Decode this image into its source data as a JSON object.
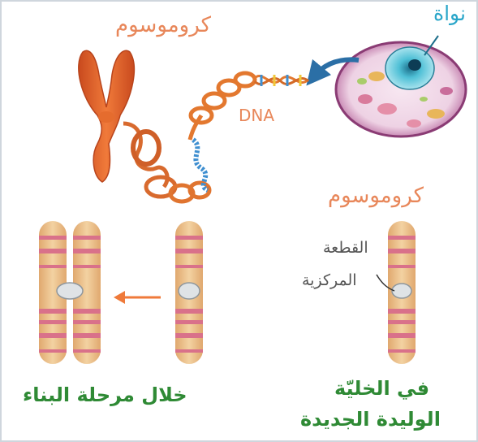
{
  "labels": {
    "chromosome_top": "كروموسوم",
    "nucleus": "نواة",
    "dna": "DNA",
    "chromosome_right": "كروموسوم",
    "centromere_line1": "القطعة",
    "centromere_line2": "المركزية",
    "caption_left": "خلال مرحلة البناء",
    "caption_right_line1": "في الخليّة",
    "caption_right_line2": "الوليدة الجديدة"
  },
  "colors": {
    "orange_text": "#e8875a",
    "teal_text": "#2aa6c9",
    "green_text": "#2f8a35",
    "chromosome_body": "#e9c18e",
    "chromosome_band": "#d9718a",
    "arrow_blue": "#2b6fa6",
    "arrow_orange": "#ef7a3a"
  }
}
